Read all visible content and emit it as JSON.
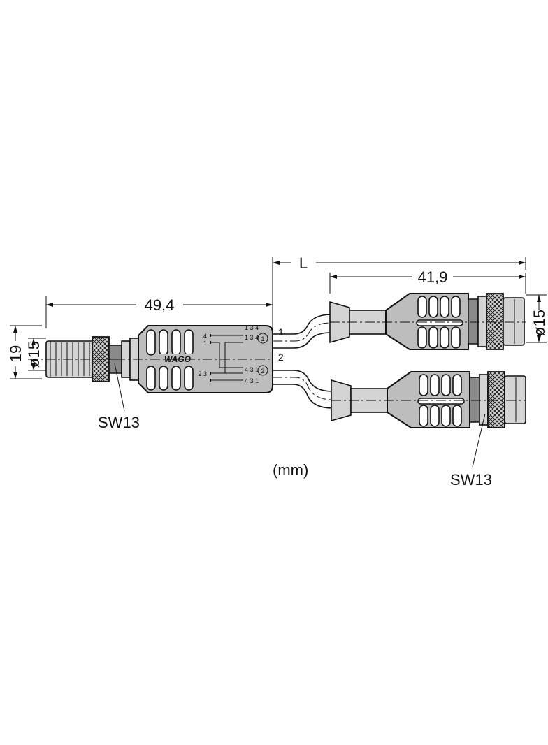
{
  "dimensions": {
    "left_length": "49,4",
    "total_length": "L",
    "right_length": "41,9",
    "height": "19",
    "left_diameter": "ø15",
    "right_diameter": "ø15"
  },
  "labels": {
    "wrench_left": "SW13",
    "wrench_right": "SW13",
    "units": "(mm)",
    "brand": "WAGO",
    "wire_1": "1",
    "wire_2": "2",
    "port_1": "1",
    "port_2": "2"
  },
  "pin_labels": {
    "top_left_a": "4",
    "top_left_b": "1",
    "top_right_a": "1 3 4",
    "top_right_b": "1 3 4",
    "bottom_left_a": "2 3",
    "bottom_left_b": "",
    "bottom_right_a": "4 3 1",
    "bottom_right_b": "4 3 1"
  },
  "colors": {
    "line": "#111111",
    "body": "#bdbdbd",
    "knurl": "#8a8a8a"
  }
}
